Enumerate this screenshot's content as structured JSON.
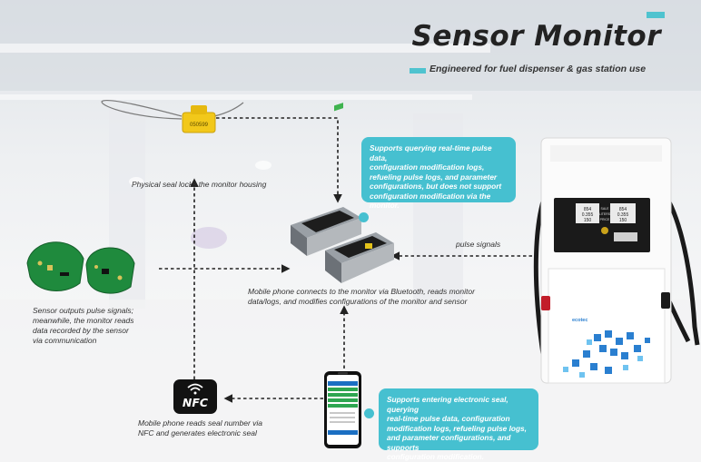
{
  "header": {
    "title": "Sensor Monitor",
    "subtitle": "Engineered for fuel dispenser & gas station use"
  },
  "captions": {
    "seal": "Physical seal locks the monitor housing",
    "sensor": [
      "Sensor outputs pulse signals;",
      "meanwhile, the monitor reads",
      "data recorded by the sensor",
      "via communication"
    ],
    "pulse": "pulse signals",
    "bluetooth": [
      "Mobile phone connects to the monitor via Bluetooth, reads monitor",
      "data/logs, and modifies configurations of the monitor and sensor"
    ],
    "nfc": [
      "Mobile phone reads seal number via",
      "NFC and generates electronic seal"
    ]
  },
  "bubbles": {
    "monitor": [
      "Supports querying real-time pulse data,",
      "configuration modification logs,",
      "refueling pulse logs, and parameter",
      "configurations, but does not support",
      "configuration modification via the monitor."
    ],
    "phone": [
      "Supports entering electronic seal, querying",
      "real-time pulse data, configuration",
      "modification logs, refueling pulse logs,",
      "and parameter configurations, and supports",
      "configuration modification."
    ]
  },
  "nfc_label": "NFC",
  "seal_code": "050599",
  "brand": "ecotec",
  "display": {
    "sale": "SALE",
    "liters": "LITERS",
    "price": "PRICE",
    "left": [
      "854",
      "0.355",
      "150"
    ],
    "right": [
      "854",
      "0.355",
      "150"
    ]
  },
  "colors": {
    "accent": "#46c0d0",
    "title": "#222222",
    "dispenser_blue": "#2a7fd0"
  }
}
